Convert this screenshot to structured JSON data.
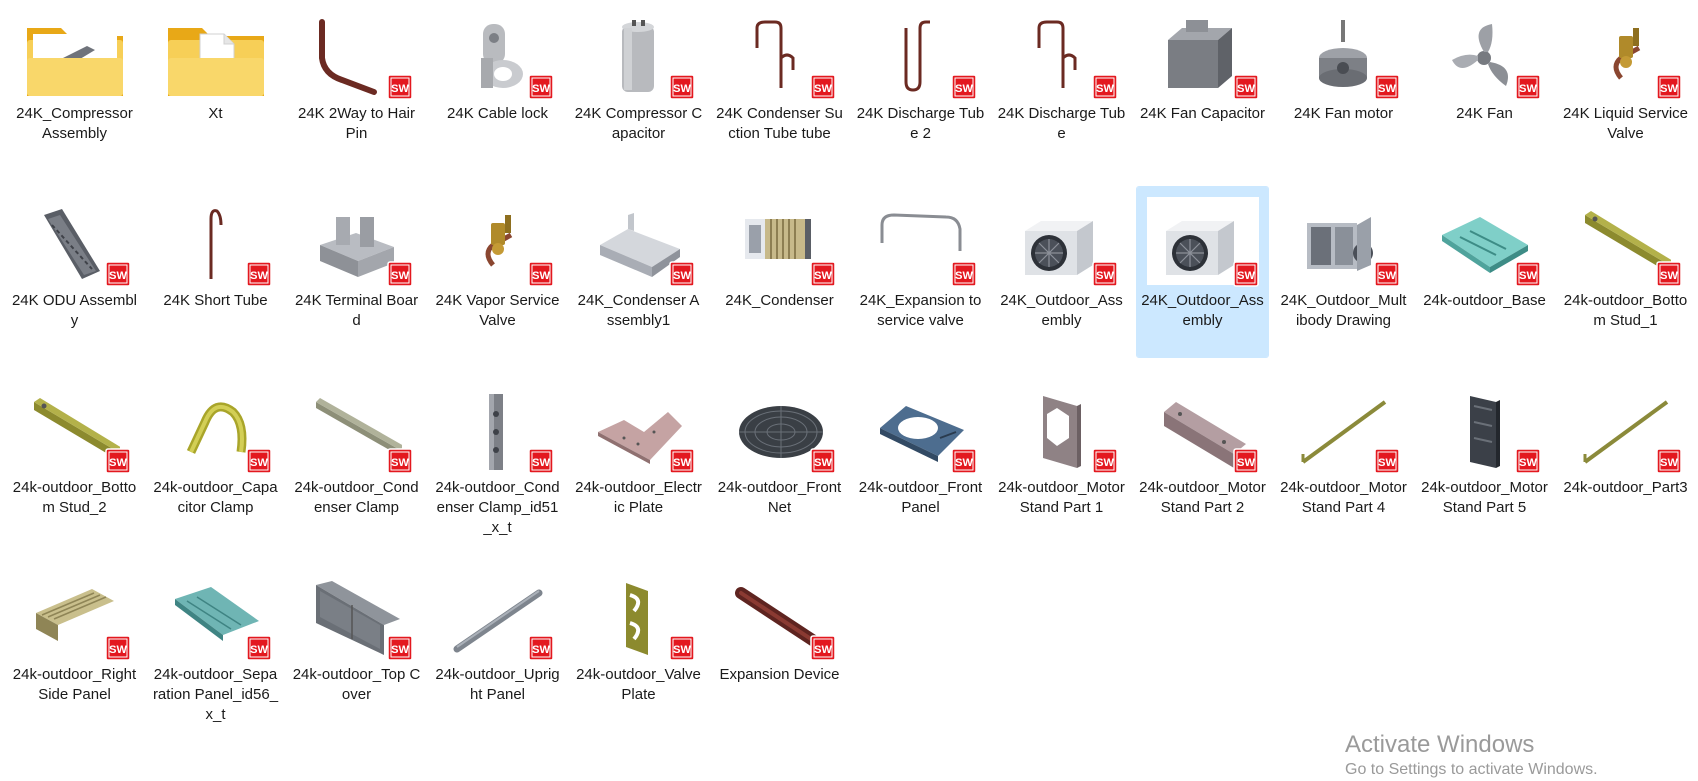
{
  "files": [
    {
      "name": "24K_Compressor Assembly",
      "kind": "folder",
      "icon": "compressor-folder-icon"
    },
    {
      "name": "Xt",
      "kind": "folder",
      "icon": "doc-folder-icon"
    },
    {
      "name": "24K 2Way to Hair Pin",
      "kind": "part",
      "icon": "bent-pipe-icon"
    },
    {
      "name": "24K Cable lock",
      "kind": "part",
      "icon": "cable-lock-icon"
    },
    {
      "name": "24K Compressor Capacitor",
      "kind": "part",
      "icon": "capacitor-icon"
    },
    {
      "name": "24K Condenser Suction Tube tube",
      "kind": "part",
      "icon": "hook-tube-icon"
    },
    {
      "name": "24K Discharge Tube 2",
      "kind": "part",
      "icon": "hairpin-tube-icon"
    },
    {
      "name": "24K Discharge Tube",
      "kind": "part",
      "icon": "hook-tube-icon"
    },
    {
      "name": "24K Fan Capacitor",
      "kind": "part",
      "icon": "fan-capacitor-icon"
    },
    {
      "name": "24K Fan motor",
      "kind": "part",
      "icon": "fan-motor-icon"
    },
    {
      "name": "24K Fan",
      "kind": "part",
      "icon": "fan-blade-icon"
    },
    {
      "name": "24K Liquid Service Valve",
      "kind": "part",
      "icon": "valve-icon"
    },
    {
      "name": "24K ODU Assembly",
      "kind": "part",
      "icon": "odu-panel-icon"
    },
    {
      "name": "24K Short Tube",
      "kind": "part",
      "icon": "short-tube-icon"
    },
    {
      "name": "24K Terminal Board",
      "kind": "part",
      "icon": "terminal-board-icon"
    },
    {
      "name": "24K Vapor Service Valve",
      "kind": "part",
      "icon": "valve-icon"
    },
    {
      "name": "24K_Condenser Assembly1",
      "kind": "part",
      "icon": "condenser-sheet-icon"
    },
    {
      "name": "24K_Condenser",
      "kind": "part",
      "icon": "condenser-coil-icon"
    },
    {
      "name": "24K_Expansion to service valve",
      "kind": "part",
      "icon": "arch-tube-icon"
    },
    {
      "name": "24K_Outdoor_Assembly",
      "kind": "part",
      "icon": "outdoor-unit-icon"
    },
    {
      "name": "24K_Outdoor_Assembly",
      "kind": "part",
      "icon": "outdoor-unit-icon",
      "selected": true
    },
    {
      "name": "24K_Outdoor_Multibody Drawing",
      "kind": "part",
      "icon": "multibody-icon"
    },
    {
      "name": "24k-outdoor_Base",
      "kind": "part",
      "icon": "base-plate-icon"
    },
    {
      "name": "24k-outdoor_Bottom Stud_1",
      "kind": "part",
      "icon": "stud-icon"
    },
    {
      "name": "24k-outdoor_Bottom Stud_2",
      "kind": "part",
      "icon": "stud-icon"
    },
    {
      "name": "24k-outdoor_Capacitor Clamp",
      "kind": "part",
      "icon": "clamp-icon"
    },
    {
      "name": "24k-outdoor_Condenser Clamp",
      "kind": "part",
      "icon": "long-bar-icon"
    },
    {
      "name": "24k-outdoor_Condenser Clamp_id51_x_t",
      "kind": "part",
      "icon": "vertical-bar-icon"
    },
    {
      "name": "24k-outdoor_Electric Plate",
      "kind": "part",
      "icon": "electric-plate-icon"
    },
    {
      "name": "24k-outdoor_Front Net",
      "kind": "part",
      "icon": "front-net-icon"
    },
    {
      "name": "24k-outdoor_Front Panel",
      "kind": "part",
      "icon": "front-panel-icon"
    },
    {
      "name": "24k-outdoor_Motor Stand Part 1",
      "kind": "part",
      "icon": "motor-stand-icon"
    },
    {
      "name": "24k-outdoor_Motor Stand Part 2",
      "kind": "part",
      "icon": "angle-bracket-icon"
    },
    {
      "name": "24k-outdoor_Motor Stand Part 4",
      "kind": "part",
      "icon": "thin-rod-icon"
    },
    {
      "name": "24k-outdoor_Motor Stand Part 5",
      "kind": "part",
      "icon": "dark-panel-icon"
    },
    {
      "name": "24k-outdoor_Part3",
      "kind": "part",
      "icon": "thin-rod-icon"
    },
    {
      "name": "24k-outdoor_Right Side Panel",
      "kind": "part",
      "icon": "side-panel-icon"
    },
    {
      "name": "24k-outdoor_Separation Panel_id56_x_t",
      "kind": "part",
      "icon": "separation-panel-icon"
    },
    {
      "name": "24k-outdoor_Top Cover",
      "kind": "part",
      "icon": "top-cover-icon"
    },
    {
      "name": "24k-outdoor_Upright Panel",
      "kind": "part",
      "icon": "upright-rod-icon"
    },
    {
      "name": "24k-outdoor_Valve Plate",
      "kind": "part",
      "icon": "valve-plate-icon"
    },
    {
      "name": "Expansion Device",
      "kind": "part",
      "icon": "expansion-tube-icon"
    }
  ],
  "badge_text": "SW",
  "watermark": {
    "title": "Activate Windows",
    "subtitle": "Go to Settings to activate Windows."
  },
  "colors": {
    "selection": "#cce8ff",
    "folder": "#f5c543",
    "sw_badge": "#e3181f",
    "copper": "#7a3328",
    "metal": "#a9acb3"
  }
}
